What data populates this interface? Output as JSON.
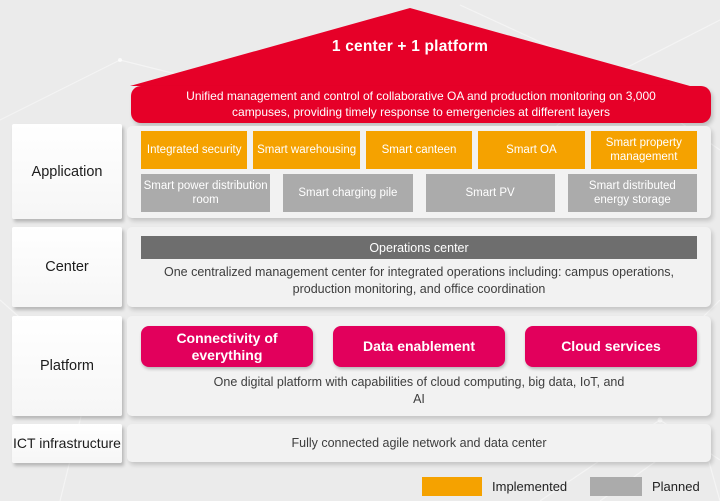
{
  "roof": {
    "title": "1 center + 1 platform"
  },
  "banner": "Unified management and control of collaborative OA and production monitoring on 3,000 campuses, providing timely response to emergencies at different layers",
  "colors": {
    "red": "#E60028",
    "orange_implemented": "#F5A200",
    "gray_planned": "#ABABAB",
    "dark_gray_bar": "#6E6E6E",
    "pink_platform": "#E2005C"
  },
  "rows": {
    "application": {
      "label": "Application",
      "implemented_apps": [
        "Integrated security",
        "Smart warehousing",
        "Smart canteen",
        "Smart OA",
        "Smart property management"
      ],
      "planned_apps": [
        "Smart power distribution room",
        "Smart charging pile",
        "Smart PV",
        "Smart distributed energy storage"
      ]
    },
    "center": {
      "label": "Center",
      "bar": "Operations center",
      "description": "One centralized management center for integrated operations including: campus operations, production monitoring, and office coordination"
    },
    "platform": {
      "label": "Platform",
      "capabilities": [
        "Connectivity of everything",
        "Data enablement",
        "Cloud services"
      ],
      "description": "One digital platform with capabilities of cloud computing, big data, IoT, and AI"
    },
    "ict": {
      "label": "ICT infrastructure",
      "description": "Fully connected agile network and data center"
    }
  },
  "legend": {
    "implemented": "Implemented",
    "planned": "Planned"
  }
}
